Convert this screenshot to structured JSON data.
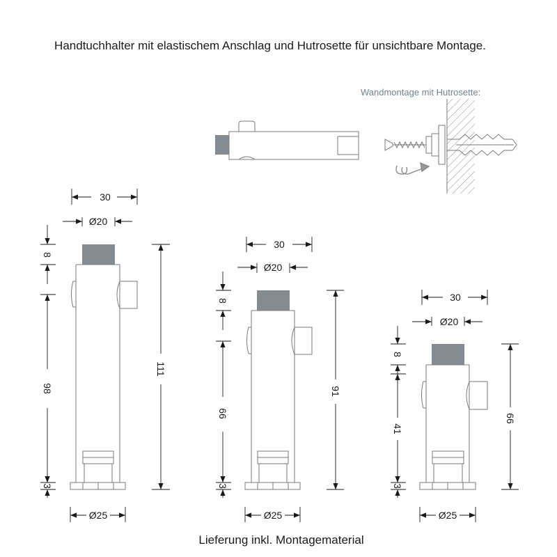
{
  "headline": "Handtuchhalter mit elastischem Anschlag und Hutrosette für unsichtbare Montage.",
  "wall_mount_label": "Wandmontage mit Hutrosette:",
  "footer": "Lieferung inkl. Montagematerial",
  "colors": {
    "stopper": "#848b91",
    "outline": "#7a7a7a",
    "dimension": "#1a1a1a",
    "wall_hatch": "#8a8a8a",
    "label_blue": "#6f8390"
  },
  "variants": [
    {
      "width": "30",
      "diameter_top": "Ø20",
      "stopper_height": "8",
      "body_length": "98",
      "total_length": "111",
      "base_height": "3",
      "base_diameter": "Ø25"
    },
    {
      "width": "30",
      "diameter_top": "Ø20",
      "stopper_height": "8",
      "body_length": "66",
      "total_length": "91",
      "base_height": "3",
      "base_diameter": "Ø25"
    },
    {
      "width": "30",
      "diameter_top": "Ø20",
      "stopper_height": "8",
      "body_length": "41",
      "total_length": "66",
      "base_height": "3",
      "base_diameter": "Ø25"
    }
  ]
}
